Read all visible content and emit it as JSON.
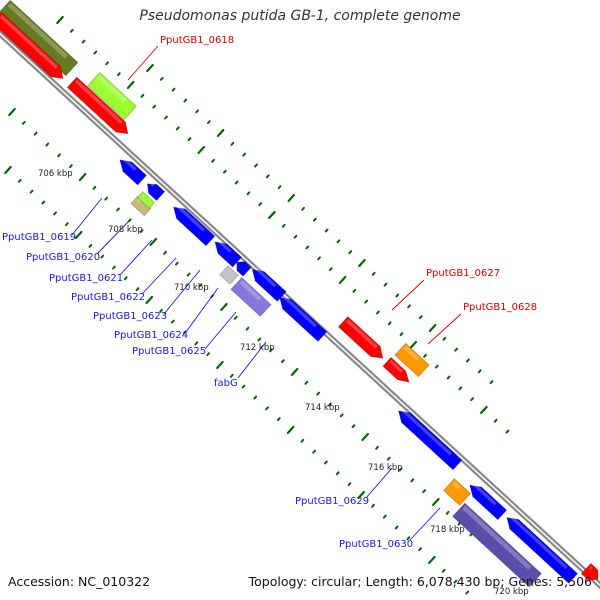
{
  "title": "Pseudomonas putida GB-1, complete genome",
  "footer": {
    "accession": "Accession: NC_010322",
    "summary": "Topology: circular; Length: 6,078,430 bp; Genes: 5,506"
  },
  "colors": {
    "forward_cds": "#ff0000",
    "reverse_cds": "#0000ff",
    "lime_feature": "#99ff33",
    "olive_feature": "#667a1f",
    "orange_feature": "#ff9900",
    "purple_feature": "#8877dd",
    "slate_feature": "#5a4fa8",
    "tan_feature": "#c4bb7a",
    "gray_feature": "#c4c4c4",
    "tick_major": "#006400",
    "backbone": "#888888",
    "red_label": "#cc0000",
    "blue_label": "#1a1acc"
  },
  "position_labels": [
    "706 kbp",
    "708 kbp",
    "710 kbp",
    "712 kbp",
    "714 kbp",
    "716 kbp",
    "718 kbp",
    "720 kbp"
  ],
  "gene_labels_reverse": [
    "PputGB1_0619",
    "PputGB1_0620",
    "PputGB1_0621",
    "PputGB1_0622",
    "PputGB1_0623",
    "PputGB1_0624",
    "PputGB1_0625",
    "fabG",
    "PputGB1_0629",
    "PputGB1_0630"
  ],
  "gene_labels_forward": [
    "PputGB1_0618",
    "PputGB1_0627",
    "PputGB1_0628"
  ]
}
